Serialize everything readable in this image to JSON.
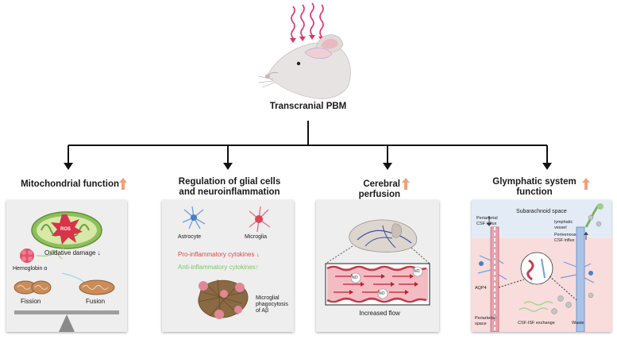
{
  "top": {
    "label": "Transcranial PBM"
  },
  "colors": {
    "accent_up": "#f0a07a",
    "pro": "#e04545",
    "anti": "#7dc36b",
    "vessel": "#3d4fa8"
  },
  "branches": [
    {
      "title_line1": "Mitochondrial function",
      "title_line2": "",
      "ros": "ROS",
      "oxidative": "Oxidative damage ↓",
      "hemoglobin": "Hemoglobin α",
      "fission": "Fission",
      "fusion": "Fusion"
    },
    {
      "title_line1": "Regulation of glial cells",
      "title_line2": "and neuroinflammation",
      "astrocyte": "Astrocyte",
      "microglia": "Microglia",
      "pro": "Pro-inflammatory cytokines ↓",
      "anti": "Anti-inflammatory cytokines↑",
      "phago_line1": "Microglial",
      "phago_line2": "phagocytosis",
      "phago_line3": "of Aβ"
    },
    {
      "title_line1": "Cerebral perfusion",
      "title_line2": "",
      "no": "NO",
      "flow": "Increased flow"
    },
    {
      "title_line1": "Glymphatic system",
      "title_line2": "function",
      "subarachnoid": "Subarachnoid space",
      "periarterial_influx_1": "Periarterial",
      "periarterial_influx_2": "CSF influx",
      "lymph_1": "lymphatic",
      "lymph_2": "vessel",
      "perivenous_1": "Perivenous",
      "perivenous_2": "CSF influx",
      "aqp4": "AQP4",
      "periarterial_space_1": "Periarterial",
      "periarterial_space_2": "space",
      "exchange": "CSF-ISF exchange",
      "waste": "Waste"
    }
  ]
}
